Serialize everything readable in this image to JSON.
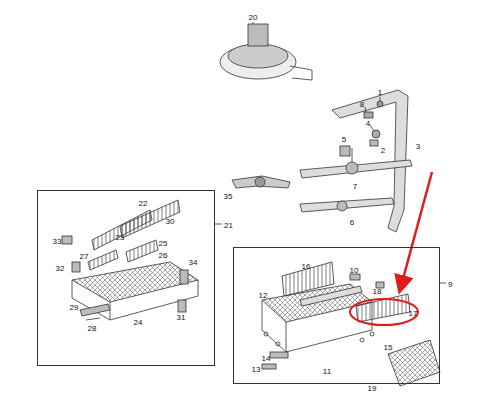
{
  "diagram": {
    "nodes": [
      {
        "text": [
          "21"
        ]
      },
      {
        "text": [
          "9"
        ]
      }
    ],
    "labels": [
      "20",
      "1",
      "8",
      "4",
      "2",
      "5",
      "3",
      "7",
      "35",
      "6",
      "22",
      "30",
      "23",
      "33",
      "27",
      "25",
      "26",
      "32",
      "34",
      "29",
      "24",
      "31",
      "28",
      "16",
      "10",
      "12",
      "18",
      "17",
      "15",
      "14",
      "11",
      "13",
      "19"
    ]
  }
}
